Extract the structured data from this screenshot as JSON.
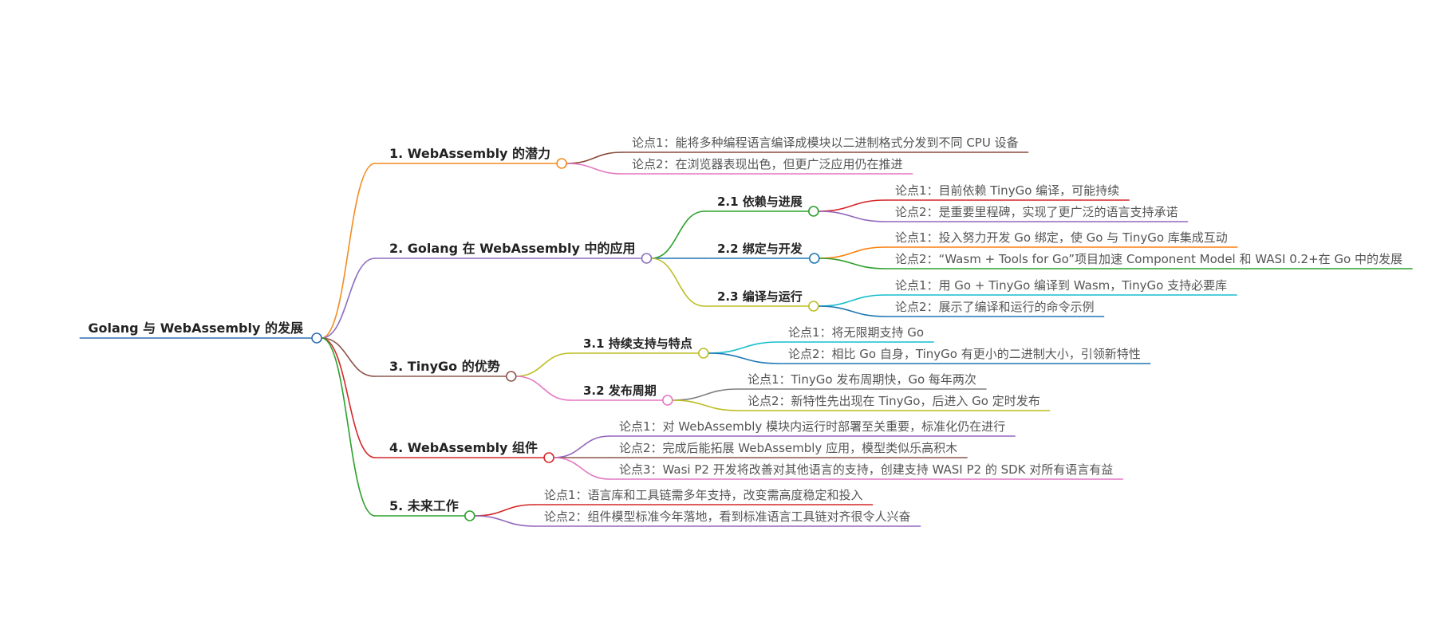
{
  "mindmap": {
    "root": {
      "label": "Golang 与 WebAssembly 的发展",
      "color": "#2f6fb5"
    },
    "branches": [
      {
        "label": "1. WebAssembly 的潜力",
        "color": "#f28c1f",
        "points": [
          {
            "label": "论点1：能将多种编程语言编译成模块以二进制格式分发到不同 CPU 设备",
            "color": "#8a4b3c"
          },
          {
            "label": "论点2：在浏览器表现出色，但更广泛应用仍在推进",
            "color": "#e377c2"
          }
        ]
      },
      {
        "label": "2. Golang 在 WebAssembly 中的应用",
        "color": "#8e6fc1",
        "children": [
          {
            "label": "2.1 依赖与进展",
            "color": "#2ca02c",
            "points": [
              {
                "label": "论点1：目前依赖 TinyGo 编译，可能持续",
                "color": "#d62728"
              },
              {
                "label": "论点2：是重要里程碑，实现了更广泛的语言支持承诺",
                "color": "#9467bd"
              }
            ]
          },
          {
            "label": "2.2 绑定与开发",
            "color": "#1f77b4",
            "points": [
              {
                "label": "论点1：投入努力开发 Go 绑定，使 Go 与 TinyGo 库集成互动",
                "color": "#ff7f0e"
              },
              {
                "label": "论点2：“Wasm + Tools for Go”项目加速 Component Model 和 WASI 0.2+在 Go 中的发展",
                "color": "#2ca02c"
              }
            ]
          },
          {
            "label": "2.3 编译与运行",
            "color": "#bcbd22",
            "points": [
              {
                "label": "论点1：用 Go + TinyGo 编译到 Wasm，TinyGo 支持必要库",
                "color": "#17becf"
              },
              {
                "label": "论点2：展示了编译和运行的命令示例",
                "color": "#1f77b4"
              }
            ]
          }
        ]
      },
      {
        "label": "3. TinyGo 的优势",
        "color": "#8c564b",
        "children": [
          {
            "label": "3.1 持续支持与特点",
            "color": "#bcbd22",
            "points": [
              {
                "label": "论点1：将无限期支持 Go",
                "color": "#17becf"
              },
              {
                "label": "论点2：相比 Go 自身，TinyGo 有更小的二进制大小，引领新特性",
                "color": "#1f77b4"
              }
            ]
          },
          {
            "label": "3.2 发布周期",
            "color": "#e377c2",
            "points": [
              {
                "label": "论点1：TinyGo 发布周期快，Go 每年两次",
                "color": "#7f7f7f"
              },
              {
                "label": "论点2：新特性先出现在 TinyGo，后进入 Go 定时发布",
                "color": "#bcbd22"
              }
            ]
          }
        ]
      },
      {
        "label": "4. WebAssembly 组件",
        "color": "#d62728",
        "points": [
          {
            "label": "论点1：对 WebAssembly 模块内运行时部署至关重要，标准化仍在进行",
            "color": "#9467bd"
          },
          {
            "label": "论点2：完成后能拓展 WebAssembly 应用，模型类似乐高积木",
            "color": "#8c564b"
          },
          {
            "label": "论点3：Wasi P2 开发将改善对其他语言的支持，创建支持 WASI P2 的 SDK 对所有语言有益",
            "color": "#e377c2"
          }
        ]
      },
      {
        "label": "5. 未来工作",
        "color": "#2ca02c",
        "points": [
          {
            "label": "论点1：语言库和工具链需多年支持，改变需高度稳定和投入",
            "color": "#d62728"
          },
          {
            "label": "论点2：组件模型标准今年落地，看到标准语言工具链对齐很令人兴奋",
            "color": "#9467bd"
          }
        ]
      }
    ]
  }
}
